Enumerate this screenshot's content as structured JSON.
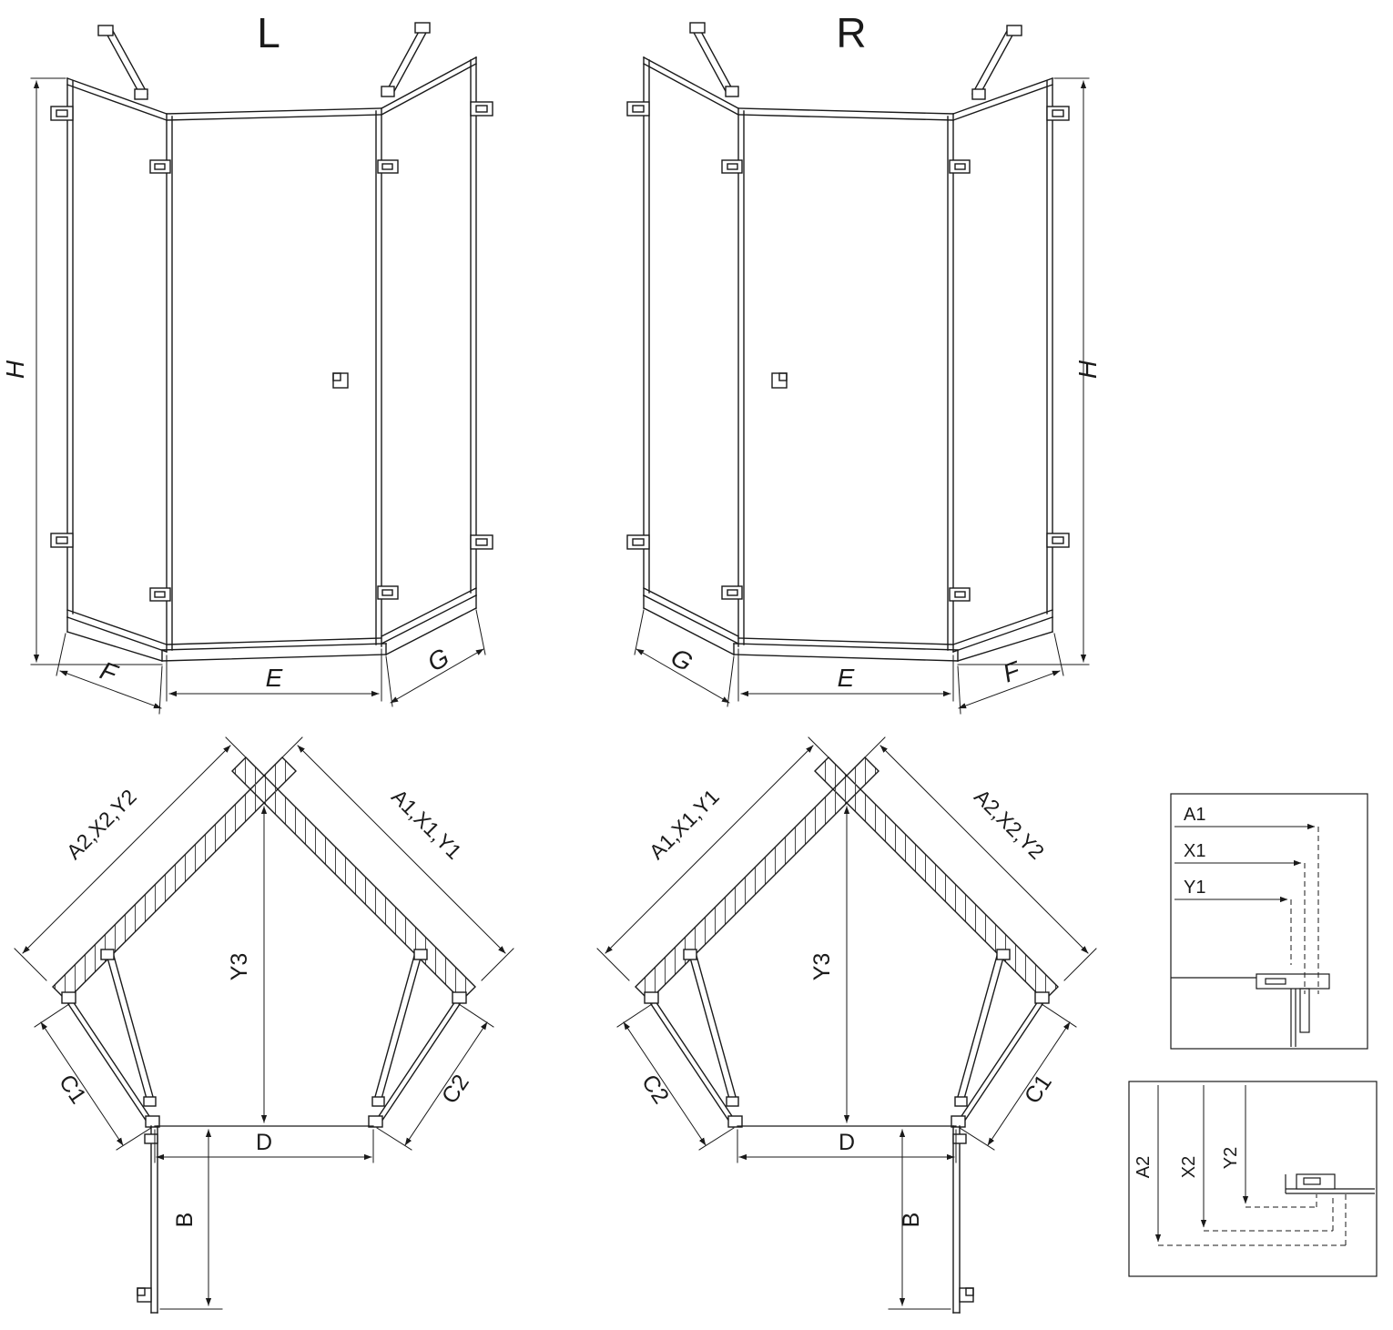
{
  "left_view": {
    "title": "L",
    "dim_height": "H",
    "dim_left": "F",
    "dim_front": "E",
    "dim_right": "G"
  },
  "right_view": {
    "title": "R",
    "dim_height": "H",
    "dim_left": "G",
    "dim_front": "E",
    "dim_right": "F"
  },
  "left_plan": {
    "dim_wall_left": "A2,X2,Y2",
    "dim_wall_right": "A1,X1,Y1",
    "dim_depth": "Y3",
    "dim_corner_left": "C1",
    "dim_corner_right": "C2",
    "dim_front": "D",
    "dim_door": "B"
  },
  "right_plan": {
    "dim_wall_left": "A1,X1,Y1",
    "dim_wall_right": "A2,X2,Y2",
    "dim_depth": "Y3",
    "dim_corner_left": "C2",
    "dim_corner_right": "C1",
    "dim_front": "D",
    "dim_door": "B"
  },
  "detail_top": {
    "dim_a": "A1",
    "dim_x": "X1",
    "dim_y": "Y1"
  },
  "detail_bottom": {
    "dim_a": "A2",
    "dim_x": "X2",
    "dim_y": "Y2"
  }
}
